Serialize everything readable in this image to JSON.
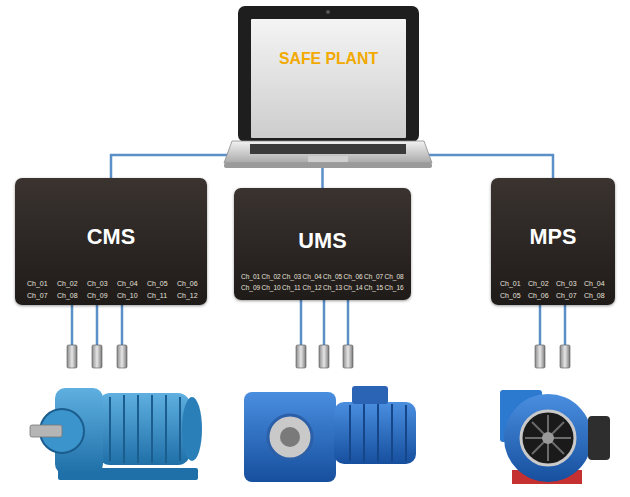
{
  "diagram": {
    "nodes": [
      {
        "text": [
          "SAFE PLANT"
        ]
      },
      {
        "text": [
          "CMS",
          "Ch_01",
          "Ch_02",
          "Ch_03",
          "Ch_04",
          "Ch_05",
          "Ch_06",
          "Ch_07",
          "Ch_08",
          "Ch_09",
          "Ch_10",
          "Ch_11",
          "Ch_12"
        ]
      },
      {
        "text": [
          "UMS",
          "Ch_01",
          "Ch_02",
          "Ch_03",
          "Ch_04",
          "Ch_05",
          "Ch_06",
          "Ch_07",
          "Ch_08",
          "Ch_09",
          "Ch_10",
          "Ch_11",
          "Ch_12",
          "Ch_13",
          "Ch_14",
          "Ch_15",
          "Ch_16"
        ]
      },
      {
        "text": [
          "MPS",
          "Ch_01",
          "Ch_02",
          "Ch_03",
          "Ch_04",
          "Ch_05",
          "Ch_06",
          "Ch_07",
          "Ch_08"
        ]
      }
    ],
    "edges": [
      {
        "from": 0,
        "to": 1,
        "arrow": "none"
      },
      {
        "from": 0,
        "to": 2,
        "arrow": "none"
      },
      {
        "from": 0,
        "to": 3,
        "arrow": "none"
      }
    ]
  }
}
